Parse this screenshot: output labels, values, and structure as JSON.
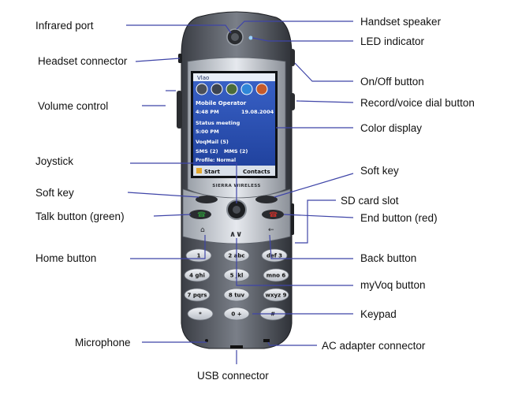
{
  "labels": {
    "infrared_port": "Infrared port",
    "headset_connector": "Headset connector",
    "volume_control": "Volume control",
    "joystick": "Joystick",
    "soft_key_left": "Soft key",
    "talk_button": "Talk button (green)",
    "home_button": "Home button",
    "microphone": "Microphone",
    "usb_connector": "USB connector",
    "handset_speaker": "Handset speaker",
    "led_indicator": "LED indicator",
    "on_off_button": "On/Off button",
    "record_button": "Record/voice dial button",
    "color_display": "Color display",
    "soft_key_right": "Soft key",
    "sd_card_slot": "SD card slot",
    "end_button": "End button (red)",
    "back_button": "Back button",
    "myvoq_button": "myVoq button",
    "keypad": "Keypad",
    "ac_adapter": "AC adapter connector"
  },
  "screen": {
    "status_bar": "Vlao",
    "operator": "Mobile Operator",
    "time": "4:48 PM",
    "date": "19.08.2004",
    "meeting": "Status meeting",
    "meeting_time": "5:00 PM",
    "voqmail": "VoqMail (5)",
    "sms": "SMS (2)",
    "mms": "MMS (2)",
    "profile": "Profile: Normal",
    "softkey_left": "Start",
    "softkey_right": "Contacts"
  },
  "brand": "SIERRA WIRELESS",
  "keys": [
    "1",
    "2 abc",
    "def 3",
    "4 ghi",
    "5 jkl",
    "mno 6",
    "7 pqrs",
    "8 tuv",
    "wxyz 9",
    "*",
    "0 +",
    "#"
  ],
  "colors": {
    "leader": "#3f45a8",
    "screen_bg": "#2b4fb3",
    "talk": "#2e8b3a",
    "end": "#c0302a"
  }
}
